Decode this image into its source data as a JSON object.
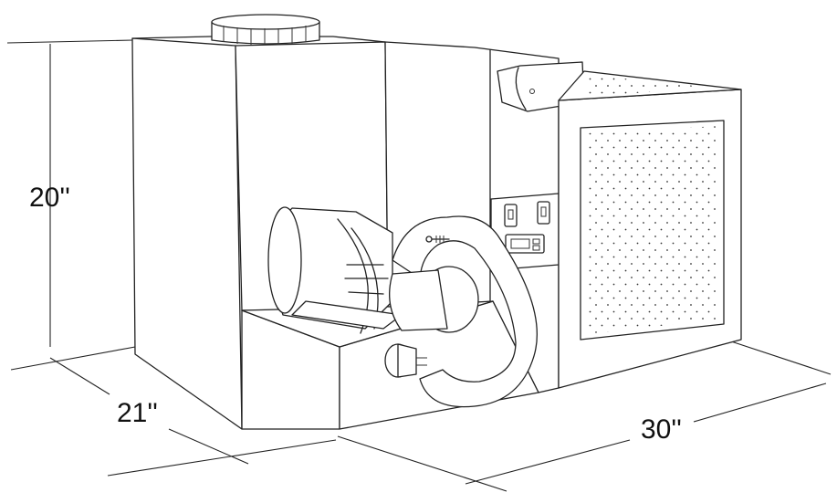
{
  "dimensions": {
    "height": "20''",
    "depth": "21''",
    "width": "30''"
  },
  "colors": {
    "line": "#222222",
    "background": "#ffffff"
  }
}
